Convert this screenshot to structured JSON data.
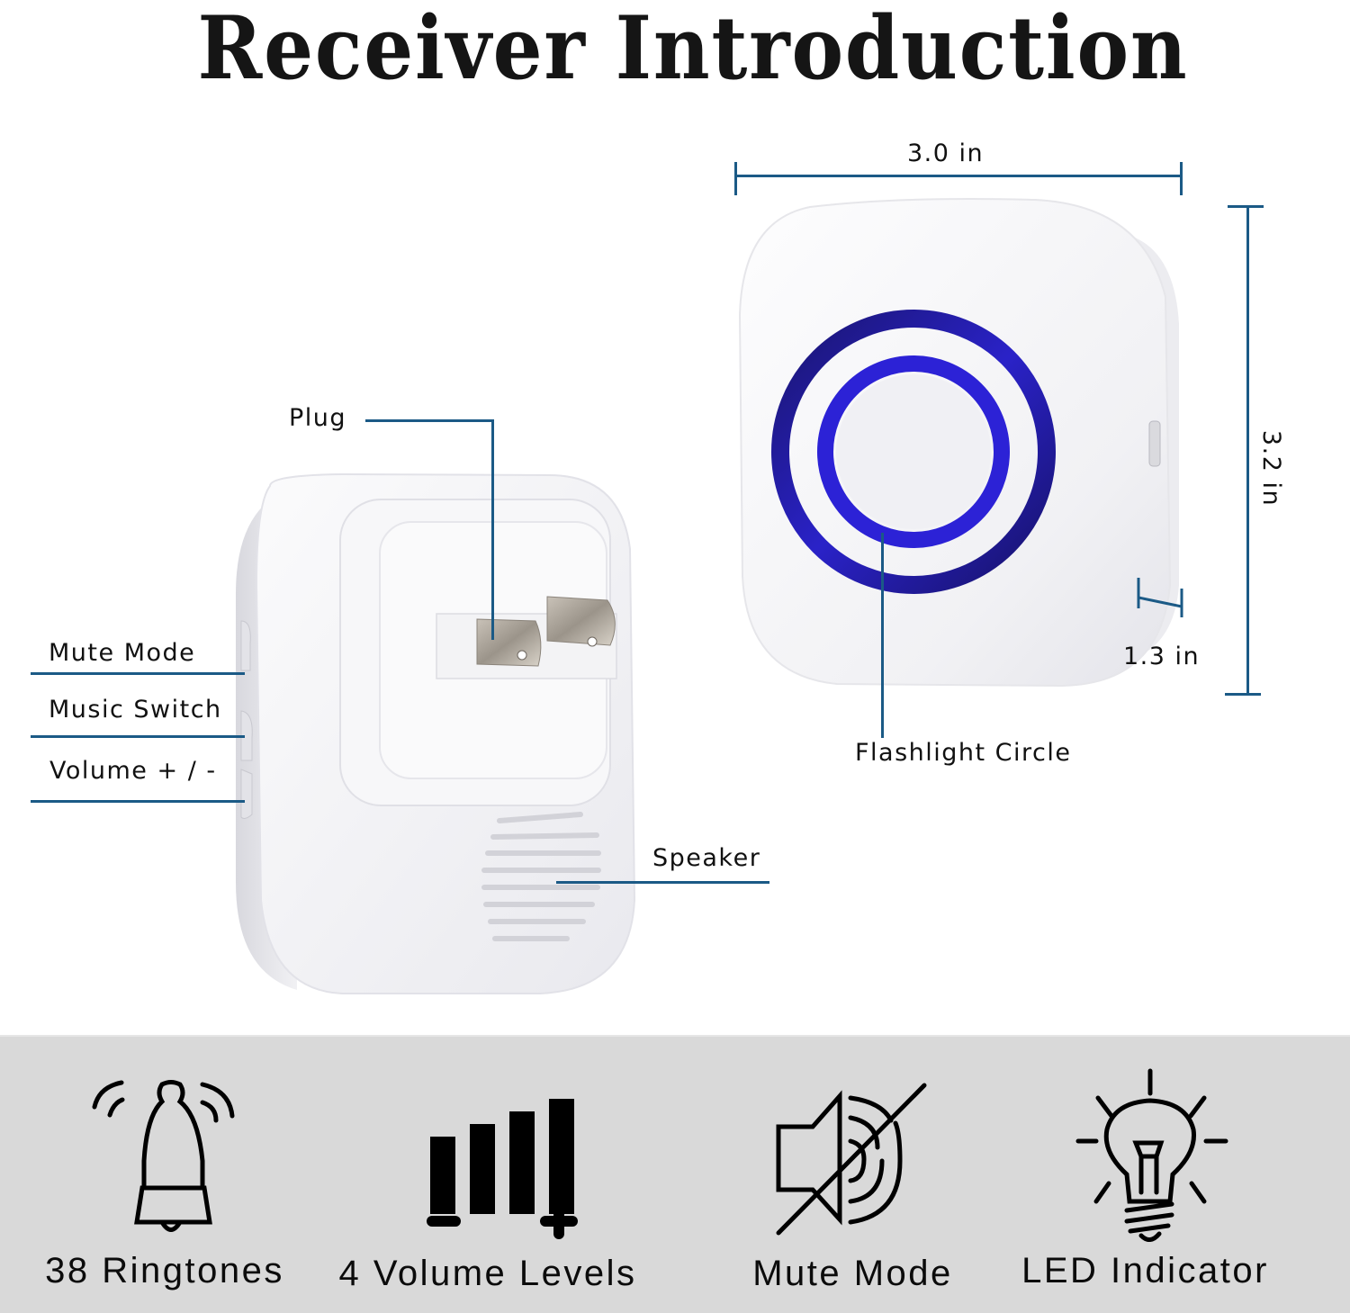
{
  "title": "Receiver Introduction",
  "colors": {
    "leader_line": "#1b5a86",
    "led_ring": "#2a22c8",
    "feature_band": "#d9d9d9",
    "device_body": "#f4f4f6"
  },
  "callouts": {
    "plug": "Plug",
    "mute_mode": "Mute Mode",
    "music_switch": "Music Switch",
    "volume": "Volume + / -",
    "speaker": "Speaker",
    "flashlight_circle": "Flashlight Circle"
  },
  "dimensions": {
    "width": "3.0 in",
    "height": "3.2 in",
    "depth": "1.3 in"
  },
  "features": [
    {
      "icon": "bell-ringing-icon",
      "label": "38 Ringtones"
    },
    {
      "icon": "volume-bars-icon",
      "label": "4 Volume Levels"
    },
    {
      "icon": "speaker-muted-icon",
      "label": "Mute Mode"
    },
    {
      "icon": "light-bulb-icon",
      "label": "LED Indicator"
    }
  ]
}
